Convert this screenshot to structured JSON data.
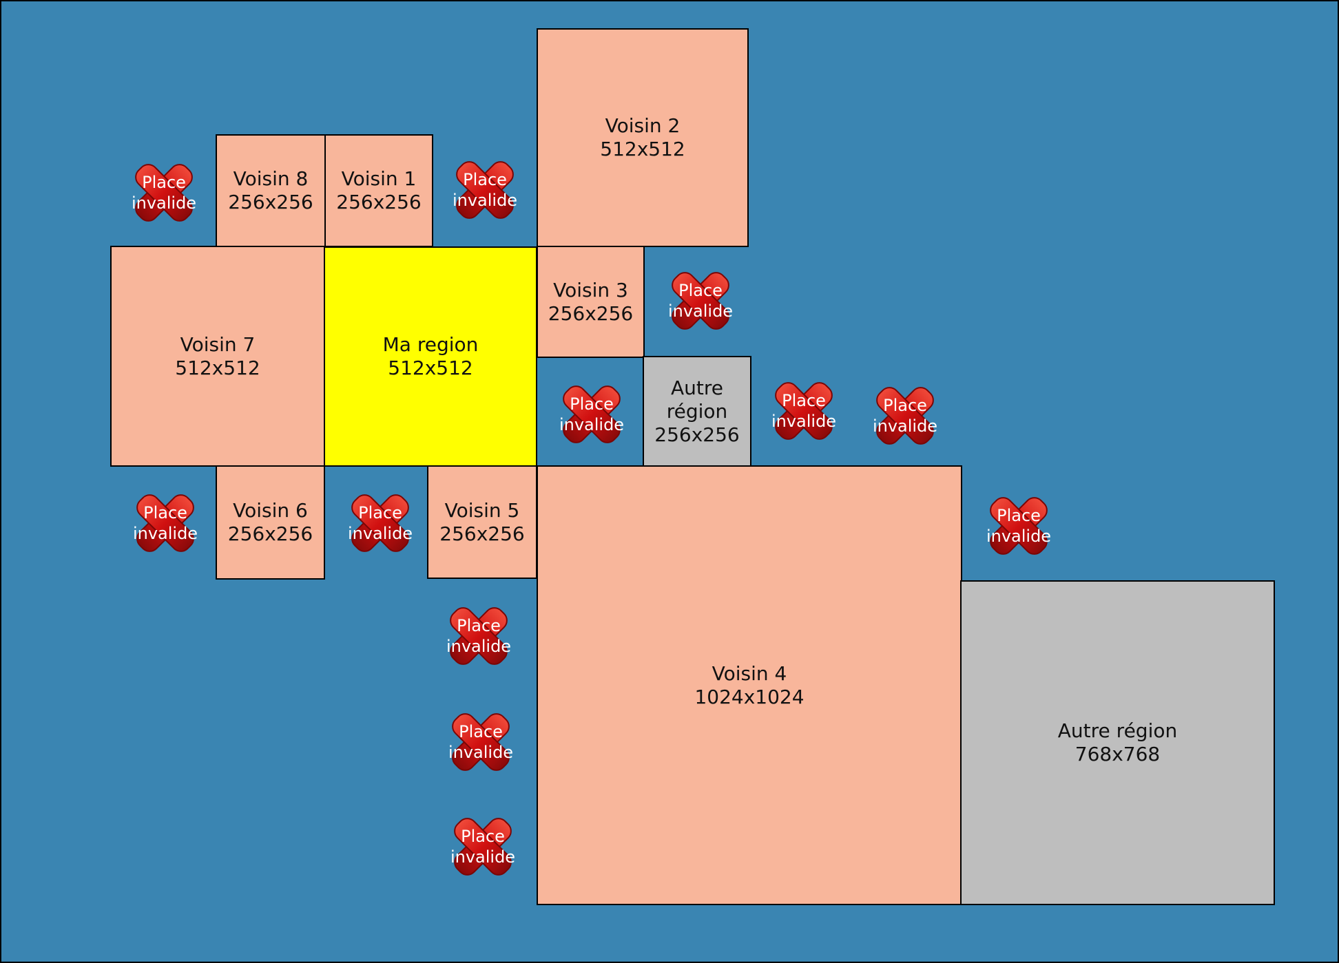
{
  "colors": {
    "background": "#3a85b2",
    "neighbor": "#f8b69b",
    "my_region": "#ffff00",
    "other_region": "#bebebe",
    "invalid_mark": "#d01010"
  },
  "regions": {
    "voisin8": {
      "label": "Voisin 8\n256x256"
    },
    "voisin1": {
      "label": "Voisin 1\n256x256"
    },
    "voisin2": {
      "label": "Voisin 2\n512x512"
    },
    "voisin7": {
      "label": "Voisin 7\n512x512"
    },
    "ma_region": {
      "label": "Ma region\n512x512"
    },
    "voisin3": {
      "label": "Voisin 3\n256x256"
    },
    "autre_small": {
      "label": "Autre\nrégion\n256x256"
    },
    "voisin6": {
      "label": "Voisin 6\n256x256"
    },
    "voisin5": {
      "label": "Voisin 5\n256x256"
    },
    "voisin4": {
      "label": "Voisin 4\n1024x1024"
    },
    "autre_large": {
      "label": "Autre région\n768x768"
    }
  },
  "invalid_marker": {
    "icon": "red-x-icon",
    "label": "Place\ninvalide"
  }
}
